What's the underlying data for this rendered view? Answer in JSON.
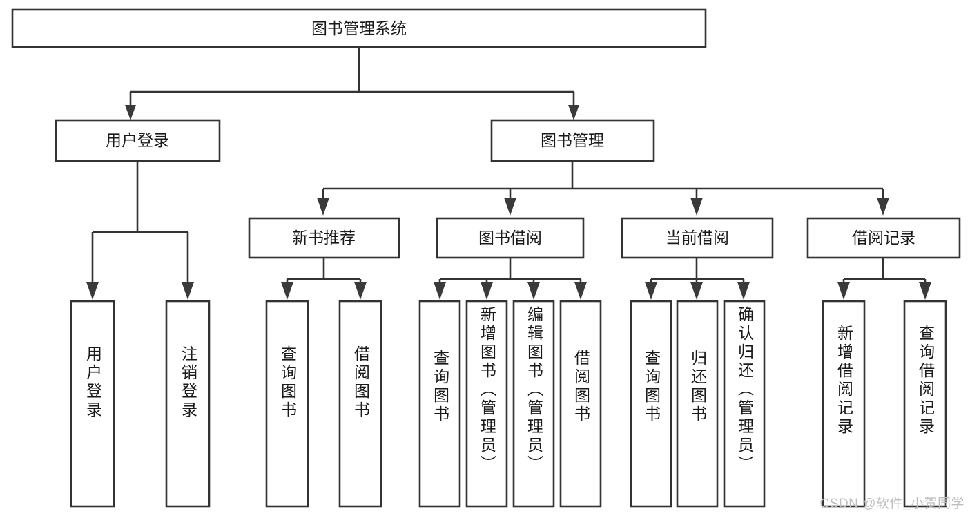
{
  "diagram": {
    "title": "图书管理系统",
    "type": "hierarchy-tree",
    "orientation": "top-down",
    "colors": {
      "box_stroke": "#333333",
      "box_fill": "#ffffff",
      "connector": "#333333",
      "text": "#1a1a1a",
      "watermark": "#bdbdbd",
      "background": "#ffffff"
    },
    "levels": {
      "root": {
        "label": "图书管理系统"
      },
      "level2": [
        {
          "label": "用户登录"
        },
        {
          "label": "图书管理"
        }
      ],
      "level3": [
        {
          "label": "新书推荐"
        },
        {
          "label": "图书借阅"
        },
        {
          "label": "当前借阅"
        },
        {
          "label": "借阅记录"
        }
      ],
      "leaves": [
        {
          "label": "用户登录",
          "parent": "用户登录"
        },
        {
          "label": "注销登录",
          "parent": "用户登录"
        },
        {
          "label": "查询图书",
          "parent": "新书推荐"
        },
        {
          "label": "借阅图书",
          "parent": "新书推荐"
        },
        {
          "label": "查询图书",
          "parent": "图书借阅"
        },
        {
          "label": "新增图书（管理员）",
          "parent": "图书借阅"
        },
        {
          "label": "编辑图书（管理员）",
          "parent": "图书借阅"
        },
        {
          "label": "借阅图书",
          "parent": "图书借阅"
        },
        {
          "label": "查询图书",
          "parent": "当前借阅"
        },
        {
          "label": "归还图书",
          "parent": "当前借阅"
        },
        {
          "label": "确认归还（管理员）",
          "parent": "当前借阅"
        },
        {
          "label": "新增借阅记录",
          "parent": "借阅记录"
        },
        {
          "label": "查询借阅记录",
          "parent": "借阅记录"
        }
      ]
    }
  },
  "watermark": {
    "text": "CSDN @软件_小贺同学"
  }
}
